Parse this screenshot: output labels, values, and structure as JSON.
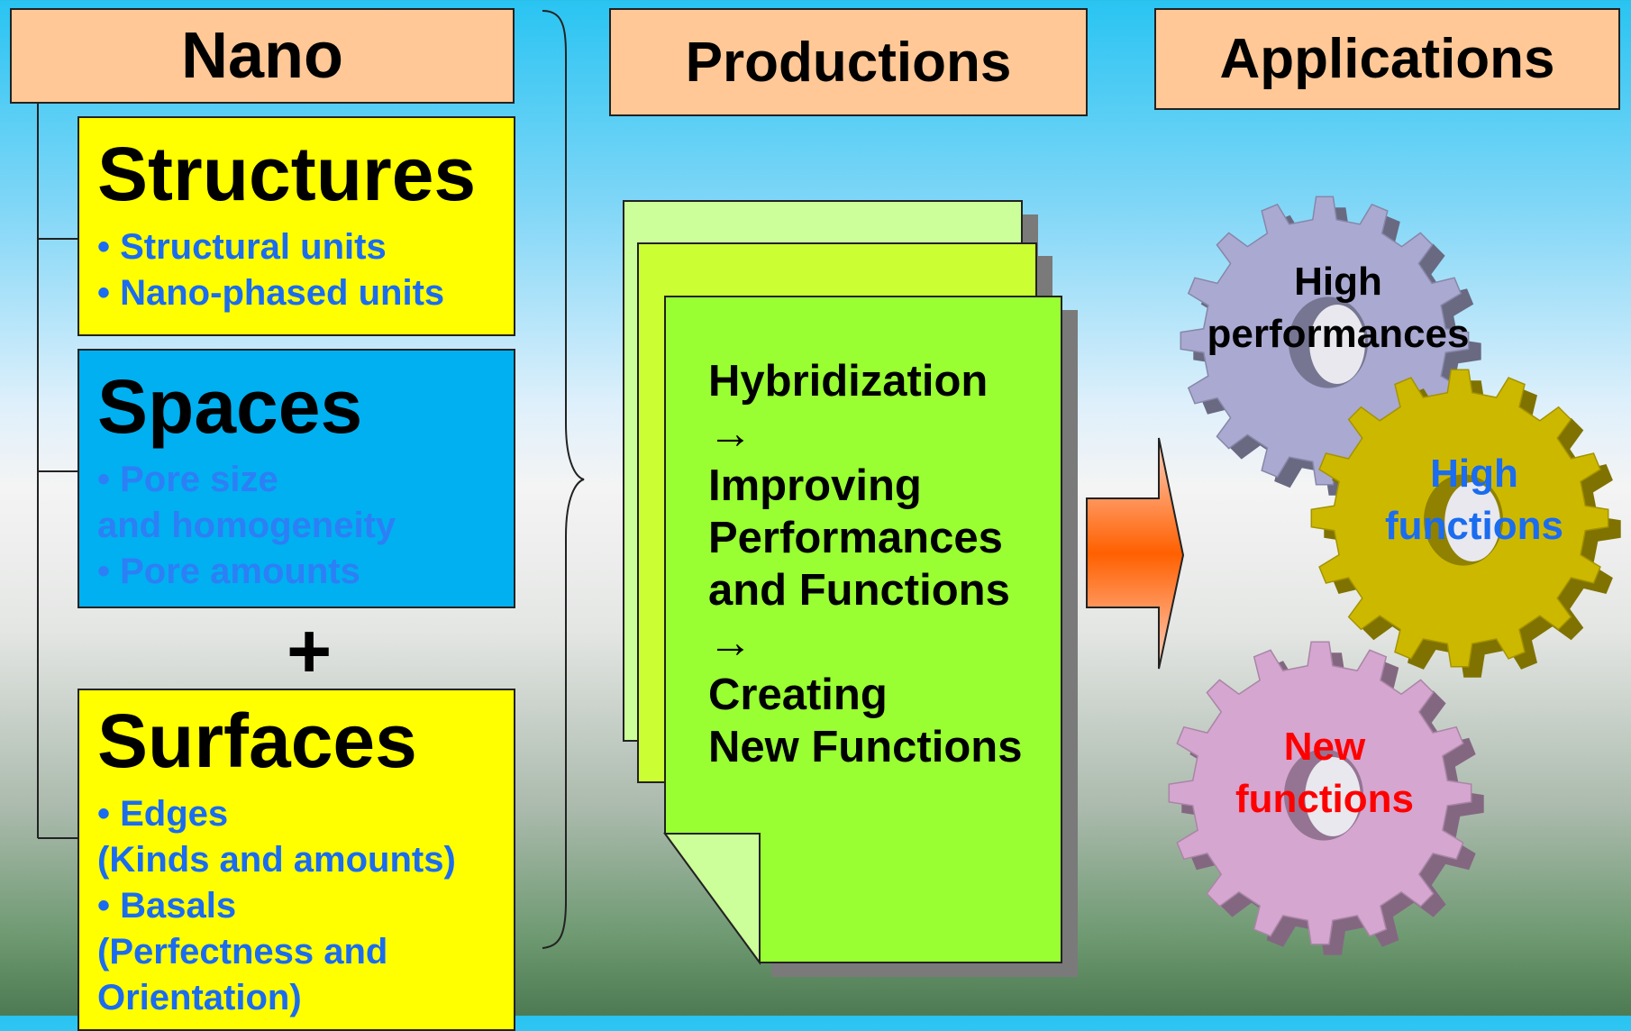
{
  "headers": {
    "nano": "Nano",
    "productions": "Productions",
    "applications": "Applications"
  },
  "structures": {
    "title": "Structures",
    "items": [
      "• Structural units",
      "• Nano-phased units"
    ]
  },
  "spaces": {
    "title": "Spaces",
    "items": [
      "• Pore size",
      "and homogeneity",
      "• Pore amounts"
    ]
  },
  "plus": "+",
  "surfaces": {
    "title": "Surfaces",
    "items": [
      "• Edges",
      "(Kinds and amounts)",
      "• Basals",
      "(Perfectness and",
      "Orientation)"
    ]
  },
  "productions": {
    "lines": [
      "Hybridization",
      "→",
      "Improving",
      "Performances",
      "and Functions",
      "→",
      "Creating",
      "New Functions"
    ]
  },
  "gears": [
    {
      "line1": "High",
      "line2": "performances",
      "fill": "#a9a9d2",
      "text_color": "#000000"
    },
    {
      "line1": "High",
      "line2": "functions",
      "fill": "#cdb800",
      "text_color": "#1a6cf0"
    },
    {
      "line1": "New",
      "line2": "functions",
      "fill": "#d4a6d0",
      "text_color": "#ff0000"
    }
  ],
  "colors": {
    "header_fill": "#ffc896",
    "yellow_box": "#ffff00",
    "blue_box": "#00b0f0",
    "page_green": "#99ff33",
    "arrow_orange": "#ff6600"
  }
}
